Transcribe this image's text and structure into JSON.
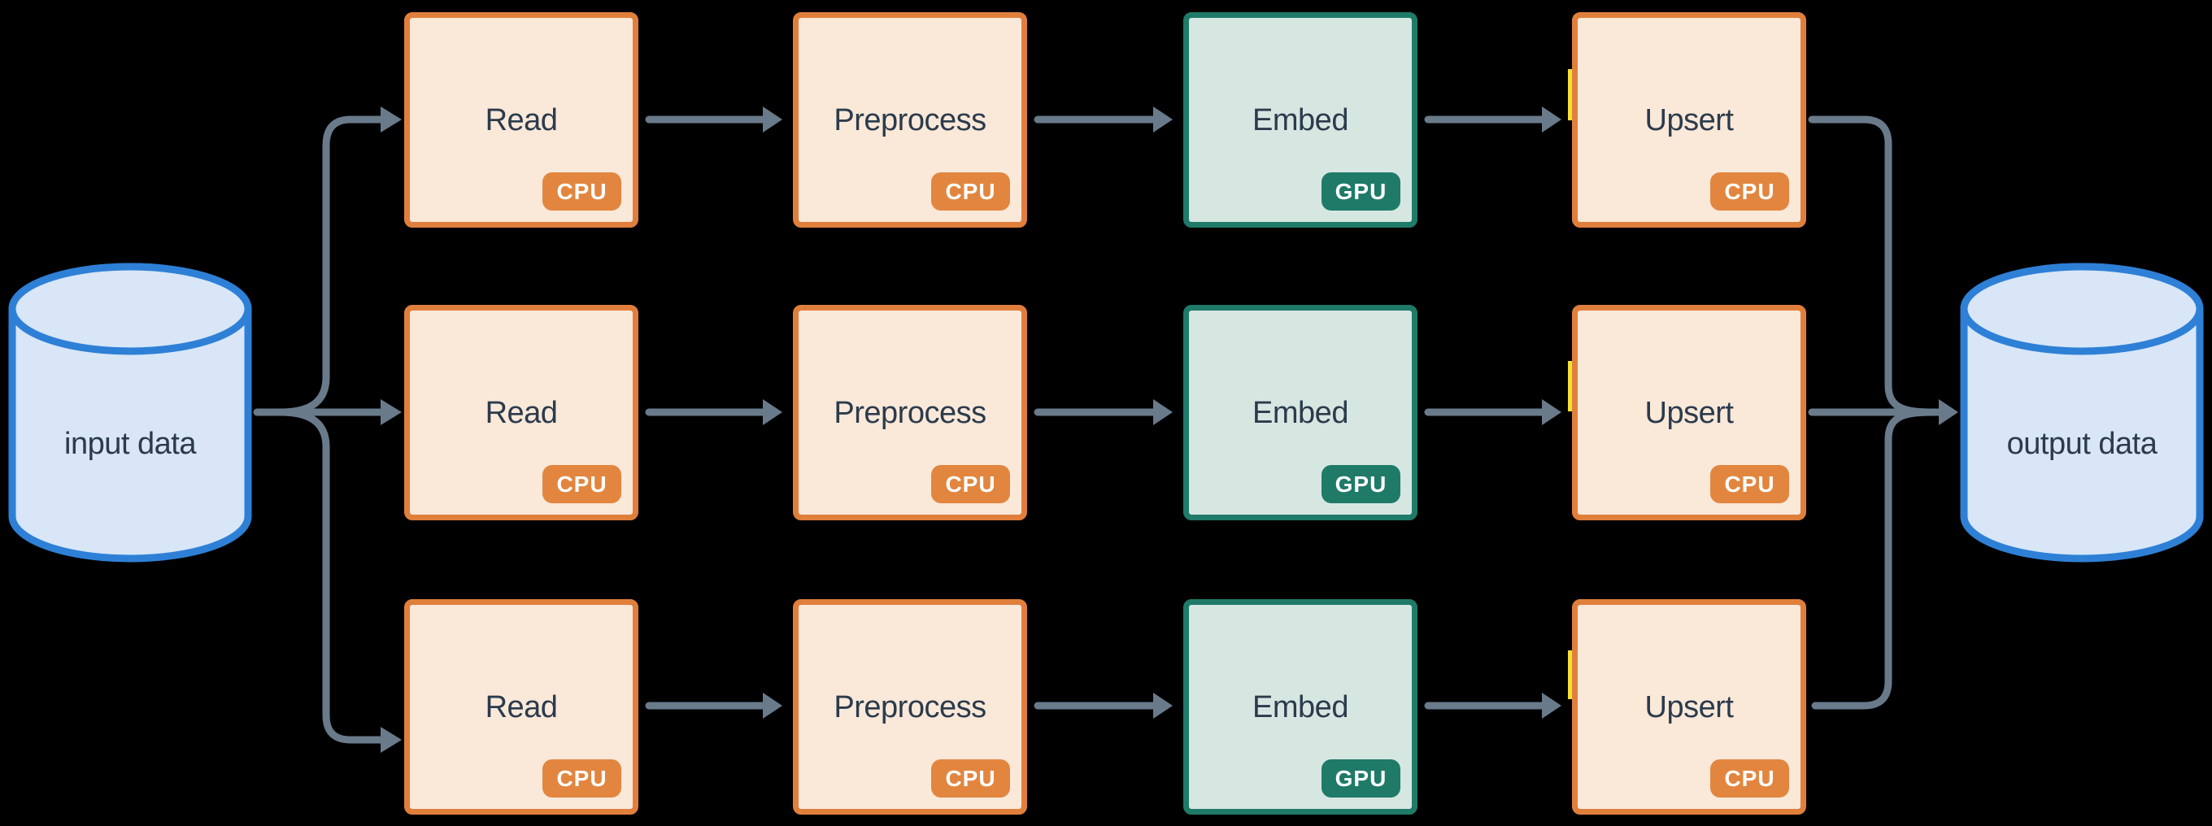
{
  "input_db": {
    "label": "input data"
  },
  "output_db": {
    "label": "output data"
  },
  "rows": [
    {
      "stages": [
        {
          "label": "Read",
          "badge": "CPU",
          "type": "cpu"
        },
        {
          "label": "Preprocess",
          "badge": "CPU",
          "type": "cpu"
        },
        {
          "label": "Embed",
          "badge": "GPU",
          "type": "gpu"
        },
        {
          "label": "Upsert",
          "badge": "CPU",
          "type": "cpu"
        }
      ]
    },
    {
      "stages": [
        {
          "label": "Read",
          "badge": "CPU",
          "type": "cpu"
        },
        {
          "label": "Preprocess",
          "badge": "CPU",
          "type": "cpu"
        },
        {
          "label": "Embed",
          "badge": "GPU",
          "type": "gpu"
        },
        {
          "label": "Upsert",
          "badge": "CPU",
          "type": "cpu"
        }
      ]
    },
    {
      "stages": [
        {
          "label": "Read",
          "badge": "CPU",
          "type": "cpu"
        },
        {
          "label": "Preprocess",
          "badge": "CPU",
          "type": "cpu"
        },
        {
          "label": "Embed",
          "badge": "GPU",
          "type": "gpu"
        },
        {
          "label": "Upsert",
          "badge": "CPU",
          "type": "cpu"
        }
      ]
    }
  ],
  "colors": {
    "background": "#000000",
    "edge": "#697A8B",
    "text": "#2B3B4C",
    "badge-text": "#FFFFFF",
    "cpu-fill": "#FAE8D9",
    "cpu-border": "#E07F3C",
    "cpu-badge": "#E2863F",
    "gpu-fill": "#D6E7E2",
    "gpu-border": "#1F7A68",
    "gpu-badge": "#1F7A68",
    "db-fill": "#D8E6F7",
    "db-border": "#2E80D6",
    "artifact-yellow": "#F2E234"
  }
}
